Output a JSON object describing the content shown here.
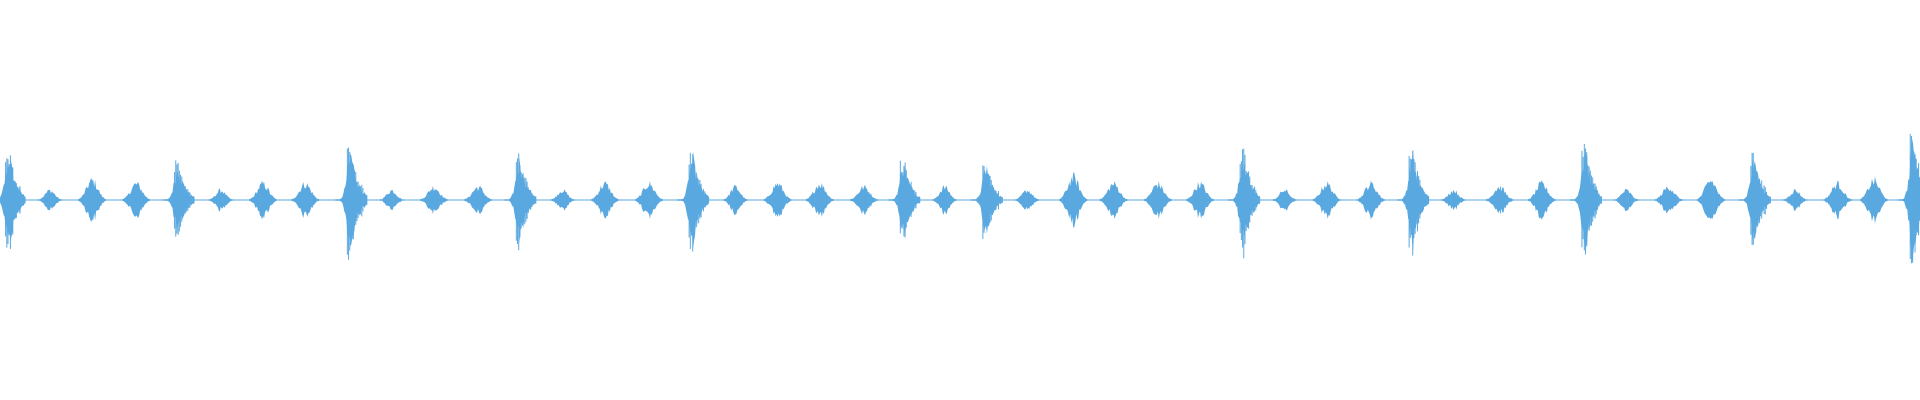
{
  "waveform": {
    "color": "#5aa8e0",
    "peaks": [
      {
        "t": 0.005,
        "amp": 0.13,
        "kind": "strong"
      },
      {
        "t": 0.026,
        "amp": 0.03,
        "kind": "soft"
      },
      {
        "t": 0.048,
        "amp": 0.06,
        "kind": "medium"
      },
      {
        "t": 0.071,
        "amp": 0.05,
        "kind": "medium"
      },
      {
        "t": 0.093,
        "amp": 0.1,
        "kind": "strong"
      },
      {
        "t": 0.115,
        "amp": 0.03,
        "kind": "soft"
      },
      {
        "t": 0.137,
        "amp": 0.05,
        "kind": "medium"
      },
      {
        "t": 0.159,
        "amp": 0.05,
        "kind": "medium"
      },
      {
        "t": 0.183,
        "amp": 0.14,
        "kind": "strong"
      },
      {
        "t": 0.204,
        "amp": 0.03,
        "kind": "soft"
      },
      {
        "t": 0.226,
        "amp": 0.04,
        "kind": "medium"
      },
      {
        "t": 0.249,
        "amp": 0.04,
        "kind": "medium"
      },
      {
        "t": 0.271,
        "amp": 0.12,
        "kind": "strong"
      },
      {
        "t": 0.293,
        "amp": 0.03,
        "kind": "soft"
      },
      {
        "t": 0.315,
        "amp": 0.05,
        "kind": "medium"
      },
      {
        "t": 0.338,
        "amp": 0.05,
        "kind": "medium"
      },
      {
        "t": 0.361,
        "amp": 0.12,
        "kind": "strong"
      },
      {
        "t": 0.383,
        "amp": 0.04,
        "kind": "soft"
      },
      {
        "t": 0.405,
        "amp": 0.05,
        "kind": "medium"
      },
      {
        "t": 0.427,
        "amp": 0.05,
        "kind": "medium"
      },
      {
        "t": 0.45,
        "amp": 0.04,
        "kind": "medium"
      },
      {
        "t": 0.471,
        "amp": 0.11,
        "kind": "strong"
      },
      {
        "t": 0.492,
        "amp": 0.04,
        "kind": "soft"
      },
      {
        "t": 0.514,
        "amp": 0.1,
        "kind": "strong"
      },
      {
        "t": 0.535,
        "amp": 0.03,
        "kind": "soft"
      },
      {
        "t": 0.559,
        "amp": 0.07,
        "kind": "medium"
      },
      {
        "t": 0.58,
        "amp": 0.05,
        "kind": "medium"
      },
      {
        "t": 0.603,
        "amp": 0.05,
        "kind": "medium"
      },
      {
        "t": 0.625,
        "amp": 0.05,
        "kind": "medium"
      },
      {
        "t": 0.648,
        "amp": 0.13,
        "kind": "strong"
      },
      {
        "t": 0.669,
        "amp": 0.03,
        "kind": "soft"
      },
      {
        "t": 0.691,
        "amp": 0.05,
        "kind": "medium"
      },
      {
        "t": 0.714,
        "amp": 0.05,
        "kind": "medium"
      },
      {
        "t": 0.736,
        "amp": 0.13,
        "kind": "strong"
      },
      {
        "t": 0.757,
        "amp": 0.03,
        "kind": "soft"
      },
      {
        "t": 0.781,
        "amp": 0.04,
        "kind": "medium"
      },
      {
        "t": 0.803,
        "amp": 0.05,
        "kind": "medium"
      },
      {
        "t": 0.826,
        "amp": 0.14,
        "kind": "strong"
      },
      {
        "t": 0.847,
        "amp": 0.03,
        "kind": "soft"
      },
      {
        "t": 0.869,
        "amp": 0.04,
        "kind": "medium"
      },
      {
        "t": 0.891,
        "amp": 0.06,
        "kind": "medium"
      },
      {
        "t": 0.914,
        "amp": 0.12,
        "kind": "strong"
      },
      {
        "t": 0.935,
        "amp": 0.03,
        "kind": "soft"
      },
      {
        "t": 0.957,
        "amp": 0.05,
        "kind": "medium"
      },
      {
        "t": 0.976,
        "amp": 0.06,
        "kind": "medium"
      },
      {
        "t": 0.997,
        "amp": 0.18,
        "kind": "strong"
      }
    ]
  }
}
